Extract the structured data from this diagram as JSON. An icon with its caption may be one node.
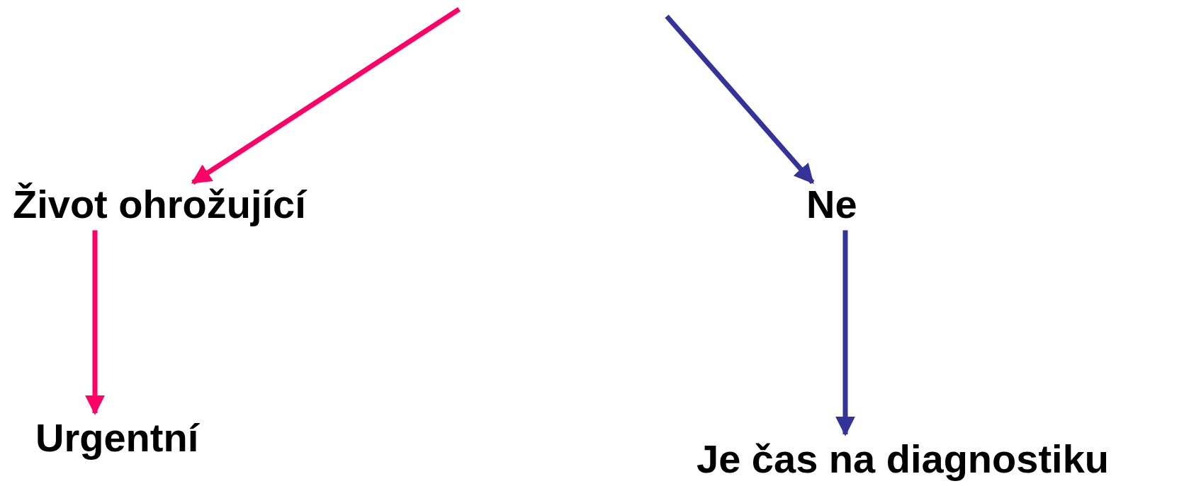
{
  "diagram": {
    "nodes": [
      {
        "text": [
          "Život ohrožující"
        ]
      },
      {
        "text": [
          "Ne"
        ]
      },
      {
        "text": [
          "Urgentní"
        ]
      },
      {
        "text": [
          "Je čas na diagnostiku"
        ]
      }
    ],
    "edges": [
      {
        "from": null,
        "to": 0,
        "arrow": "to",
        "color": "#ff0066"
      },
      {
        "from": null,
        "to": 1,
        "arrow": "to",
        "color": "#333399"
      },
      {
        "from": 0,
        "to": 2,
        "arrow": "to",
        "color": "#ff0066"
      },
      {
        "from": 1,
        "to": 3,
        "arrow": "to",
        "color": "#333399"
      }
    ]
  }
}
